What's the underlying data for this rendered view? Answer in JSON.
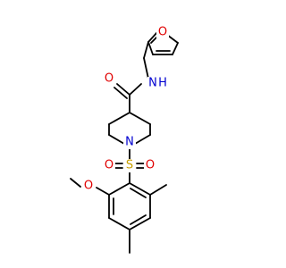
{
  "molecule": {
    "atoms": {
      "furan_oxygen": {
        "label": "O",
        "color": "#e00000"
      },
      "amide_nitrogen": {
        "label": "N",
        "color": "#0000d0"
      },
      "amide_hydrogen": {
        "label": "H",
        "color": "#0000d0"
      },
      "carbonyl_oxygen": {
        "label": "O",
        "color": "#e00000"
      },
      "piperidine_nitrogen": {
        "label": "N",
        "color": "#0000d0"
      },
      "sulfur": {
        "label": "S",
        "color": "#c8a000"
      },
      "sulfonyl_oxygen_left": {
        "label": "O",
        "color": "#e00000"
      },
      "sulfonyl_oxygen_right": {
        "label": "O",
        "color": "#e00000"
      },
      "methoxy_oxygen": {
        "label": "O",
        "color": "#e00000"
      }
    },
    "bond_color": "#000000"
  }
}
